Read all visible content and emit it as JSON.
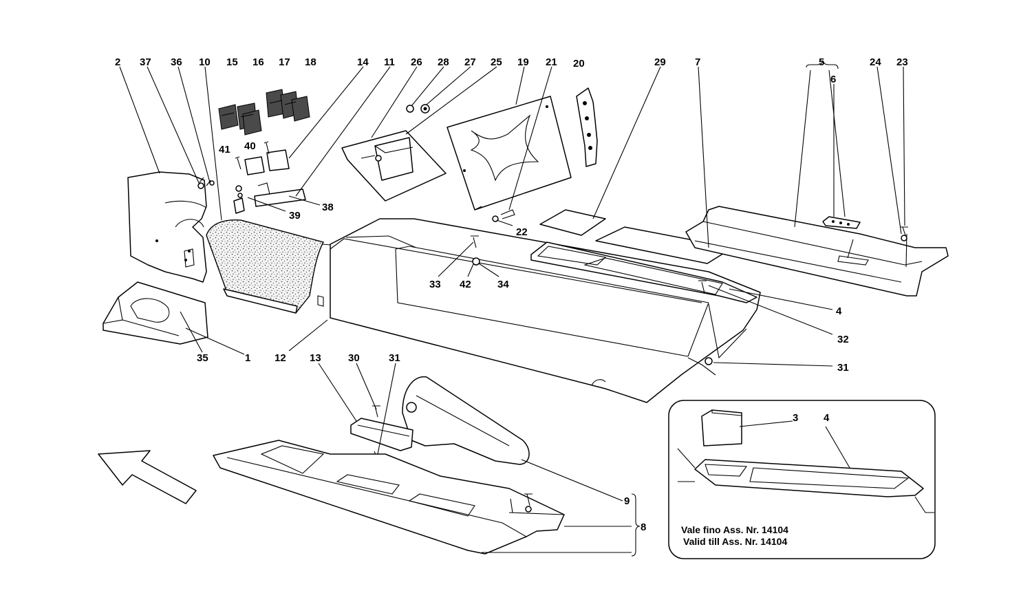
{
  "callouts": [
    {
      "id": "c2",
      "label": "2"
    },
    {
      "id": "c37",
      "label": "37"
    },
    {
      "id": "c36",
      "label": "36"
    },
    {
      "id": "c10",
      "label": "10"
    },
    {
      "id": "c15",
      "label": "15"
    },
    {
      "id": "c16",
      "label": "16"
    },
    {
      "id": "c17",
      "label": "17"
    },
    {
      "id": "c18",
      "label": "18"
    },
    {
      "id": "c14",
      "label": "14"
    },
    {
      "id": "c11",
      "label": "11"
    },
    {
      "id": "c26",
      "label": "26"
    },
    {
      "id": "c28",
      "label": "28"
    },
    {
      "id": "c27",
      "label": "27"
    },
    {
      "id": "c25",
      "label": "25"
    },
    {
      "id": "c19",
      "label": "19"
    },
    {
      "id": "c21",
      "label": "21"
    },
    {
      "id": "c20",
      "label": "20"
    },
    {
      "id": "c29",
      "label": "29"
    },
    {
      "id": "c7",
      "label": "7"
    },
    {
      "id": "c5",
      "label": "5"
    },
    {
      "id": "c6",
      "label": "6"
    },
    {
      "id": "c24",
      "label": "24"
    },
    {
      "id": "c23",
      "label": "23"
    },
    {
      "id": "c41",
      "label": "41"
    },
    {
      "id": "c40",
      "label": "40"
    },
    {
      "id": "c39",
      "label": "39"
    },
    {
      "id": "c38",
      "label": "38"
    },
    {
      "id": "c22",
      "label": "22"
    },
    {
      "id": "c33",
      "label": "33"
    },
    {
      "id": "c42",
      "label": "42"
    },
    {
      "id": "c34",
      "label": "34"
    },
    {
      "id": "c4",
      "label": "4"
    },
    {
      "id": "c32",
      "label": "32"
    },
    {
      "id": "c31a",
      "label": "31"
    },
    {
      "id": "c35",
      "label": "35"
    },
    {
      "id": "c1",
      "label": "1"
    },
    {
      "id": "c12",
      "label": "12"
    },
    {
      "id": "c13",
      "label": "13"
    },
    {
      "id": "c30",
      "label": "30"
    },
    {
      "id": "c31b",
      "label": "31"
    },
    {
      "id": "c9",
      "label": "9"
    },
    {
      "id": "c8",
      "label": "8"
    },
    {
      "id": "c3i",
      "label": "3"
    },
    {
      "id": "c4i",
      "label": "4"
    }
  ],
  "inset": {
    "note_line1": "Vale fino Ass. Nr. 14104",
    "note_line2": "Valid till Ass. Nr. 14104"
  },
  "direction_arrow_icon": "front-direction-arrow"
}
